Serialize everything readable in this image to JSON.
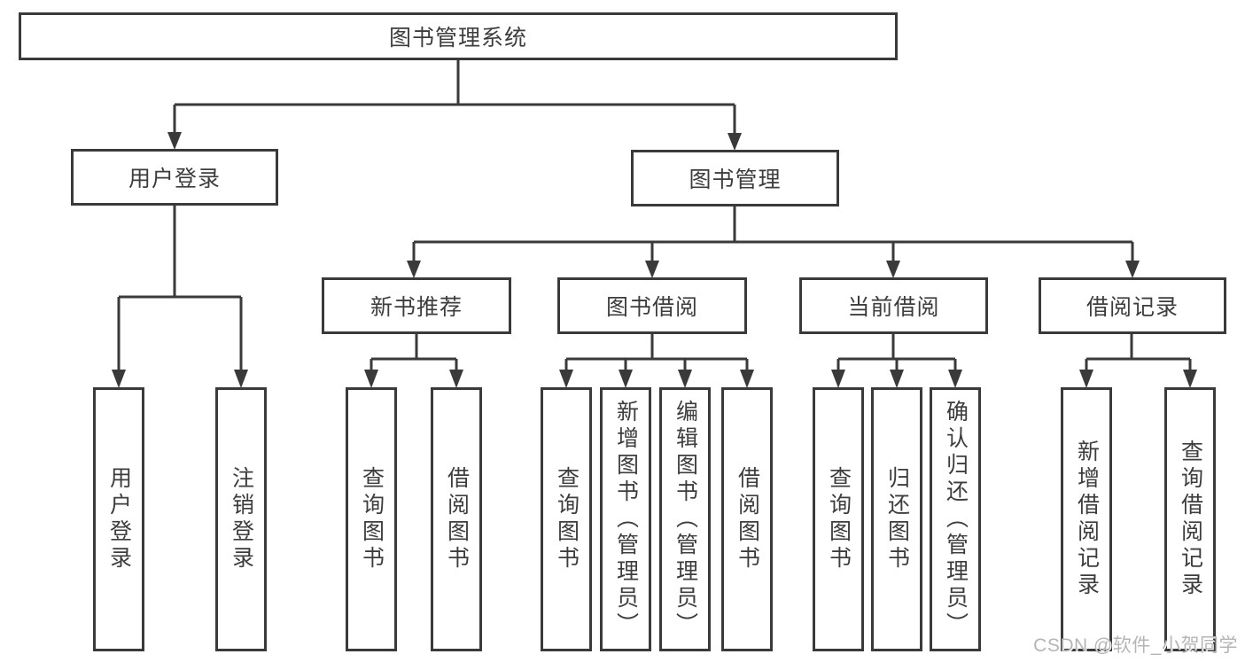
{
  "diagram": {
    "title_node": "图书管理系统",
    "root": {
      "label": "图书管理系统"
    },
    "branches": [
      {
        "label": "用户登录",
        "children": [
          {
            "label": "用户登录"
          },
          {
            "label": "注销登录"
          }
        ]
      },
      {
        "label": "图书管理",
        "children": [
          {
            "label": "新书推荐",
            "children": [
              {
                "label": "查询图书"
              },
              {
                "label": "借阅图书"
              }
            ]
          },
          {
            "label": "图书借阅",
            "children": [
              {
                "label": "查询图书"
              },
              {
                "label": "新增图书（管理员）"
              },
              {
                "label": "编辑图书（管理员）"
              },
              {
                "label": "借阅图书"
              }
            ]
          },
          {
            "label": "当前借阅",
            "children": [
              {
                "label": "查询图书"
              },
              {
                "label": "归还图书"
              },
              {
                "label": "确认归还（管理员）"
              }
            ]
          },
          {
            "label": "借阅记录",
            "children": [
              {
                "label": "新增借阅记录"
              },
              {
                "label": "查询借阅记录"
              }
            ]
          }
        ]
      }
    ],
    "colors": {
      "line": "#3a3a3a",
      "text": "#3d3d3d",
      "background": "#ffffff",
      "watermark": "#b5b5b5"
    },
    "watermark": "CSDN @软件_小贺同学"
  }
}
